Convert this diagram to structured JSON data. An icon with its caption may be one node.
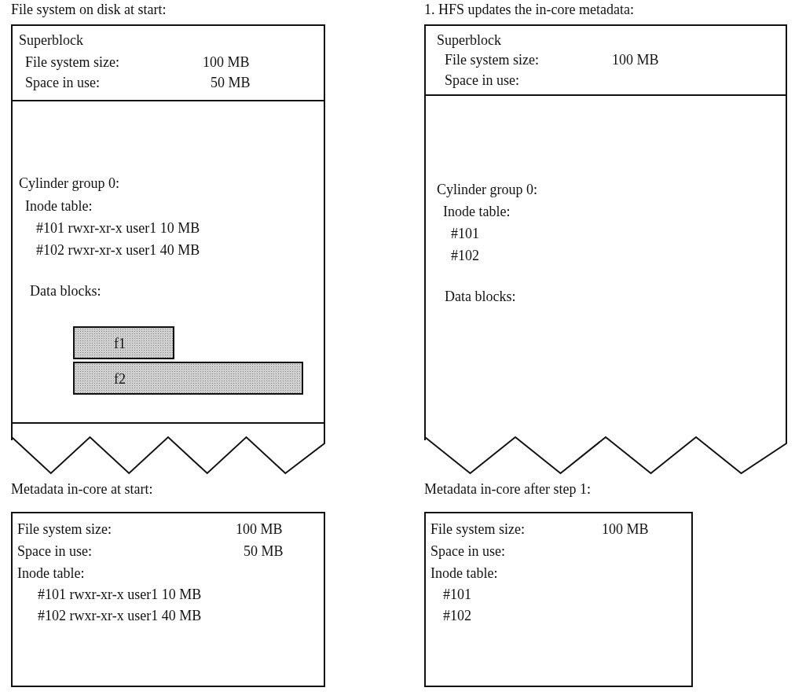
{
  "diagram": {
    "nodes": [
      {
        "text": [
          "File system on disk at start:"
        ]
      },
      {
        "text": [
          "Superblock",
          "File system size:",
          "100 MB",
          "Space in use:",
          "50 MB"
        ],
        "in": 0
      },
      {
        "text": [
          "Cylinder group 0:",
          "Inode table:",
          "#101 rwxr-xr-x user1 10 MB",
          "#102 rwxr-xr-x user1 40 MB",
          "Data blocks:"
        ],
        "in": 0
      },
      {
        "text": [
          "f1"
        ],
        "in": 2
      },
      {
        "text": [
          "f2"
        ],
        "in": 2
      },
      {
        "text": [
          "1. HFS updates the in-core metadata:"
        ]
      },
      {
        "text": [
          "Superblock",
          "File system size:",
          "100 MB",
          "Space in use:"
        ],
        "in": 5
      },
      {
        "text": [
          "Cylinder group 0:",
          "Inode table:",
          "#101",
          "#102",
          "Data blocks:"
        ],
        "in": 5
      },
      {
        "text": [
          "Metadata in-core at start:",
          "File system size:",
          "100 MB",
          "Space in use:",
          "50 MB",
          "Inode table:",
          "#101 rwxr-xr-x user1 10 MB",
          "#102 rwxr-xr-x user1 40 MB"
        ]
      },
      {
        "text": [
          "Metadata in-core after step 1:",
          "File system size:",
          "100 MB",
          "Space in use:",
          "Inode table:",
          "#101",
          "#102"
        ]
      }
    ]
  }
}
